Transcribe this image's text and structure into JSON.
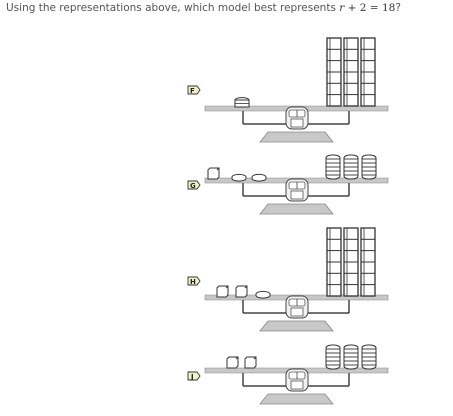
{
  "question": {
    "prefix": "Using the representations above, which model best represents ",
    "var": "r",
    "op": " + ",
    "n1": "2",
    "eq": " = ",
    "n2": "18",
    "suffix": "?"
  },
  "options": [
    {
      "letter": "F",
      "left": "1 disc stack",
      "right": "3 towers of 6 cubes"
    },
    {
      "letter": "G",
      "left": "1 cube + 2 discs",
      "right": "3 disc stacks"
    },
    {
      "letter": "H",
      "left": "2 cubes + 1 disc",
      "right": "3 towers of 6 cubes"
    },
    {
      "letter": "J",
      "left": "2 cubes",
      "right": "3 disc stacks"
    }
  ],
  "colors": {
    "scale_gray": "#bbbbbb",
    "outline": "#333333",
    "badge_fill": "#f4f0c8",
    "text": "#555555"
  }
}
